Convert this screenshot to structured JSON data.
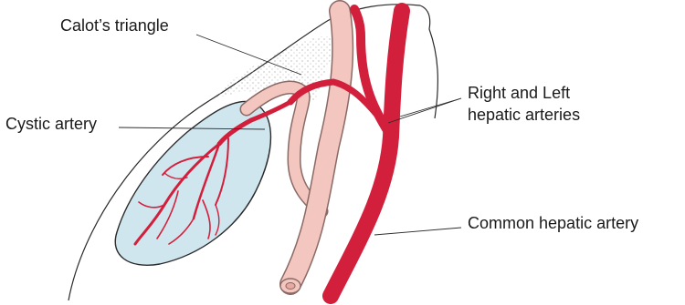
{
  "labels": {
    "calots_triangle": "Calot’s triangle",
    "cystic_artery": "Cystic artery",
    "hepatic_line1": "Right and Left",
    "hepatic_line2": "hepatic arteries",
    "common_hepatic": "Common hepatic artery"
  },
  "colors": {
    "artery": "#d21f3c",
    "duct": "#f3c6bf",
    "duct_outline": "#8a6a66",
    "gallbladder": "#cfe6ef",
    "outline": "#2b2b2b",
    "stipple": "#9a9a9a"
  }
}
